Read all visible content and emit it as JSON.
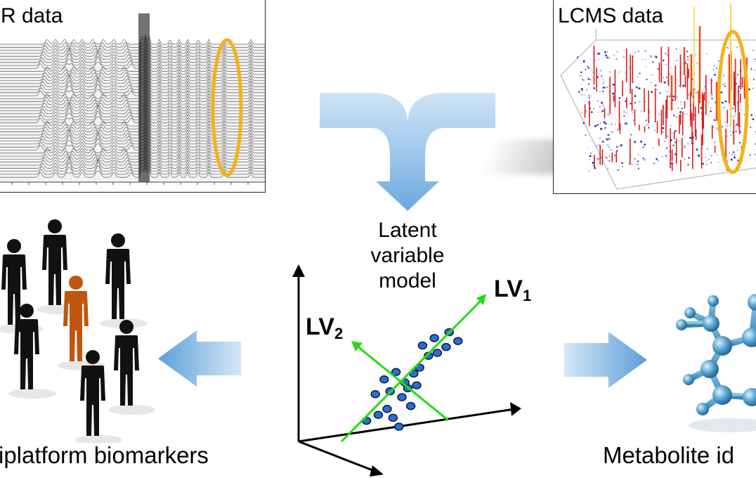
{
  "nmr_panel": {
    "label": "R data"
  },
  "lcms_panel": {
    "label": "LCMS data"
  },
  "model": {
    "line1": "Latent",
    "line2": "variable",
    "line3": "model"
  },
  "axes": {
    "lv1_main": "LV",
    "lv1_sub": "1",
    "lv2_main": "LV",
    "lv2_sub": "2"
  },
  "captions": {
    "left": "iplatform biomarkers",
    "right": "Metabolite id"
  },
  "colors": {
    "highlight": "#f3b21b",
    "arrow": "#8fbde4",
    "axis_green": "#22dd11",
    "point": "#2b6fcf",
    "person": "#111111",
    "person_highlight": "#c0560f",
    "molecule": "#4a9ccc"
  },
  "scatter_points": [
    [
      -1.2,
      -1.3
    ],
    [
      -0.8,
      -1.1
    ],
    [
      -0.5,
      -0.9
    ],
    [
      -0.3,
      -1.2
    ],
    [
      0.0,
      -0.5
    ],
    [
      -0.4,
      -0.3
    ],
    [
      0.2,
      -0.2
    ],
    [
      0.1,
      0.0
    ],
    [
      0.4,
      0.3
    ],
    [
      0.6,
      0.5
    ],
    [
      -0.6,
      0.1
    ],
    [
      -0.2,
      0.35
    ],
    [
      0.9,
      0.9
    ],
    [
      1.2,
      1.0
    ],
    [
      1.5,
      1.2
    ],
    [
      1.1,
      1.5
    ],
    [
      1.6,
      1.7
    ],
    [
      0.3,
      -0.8
    ],
    [
      -0.9,
      -0.4
    ],
    [
      0.7,
      1.25
    ],
    [
      -0.1,
      -1.5
    ],
    [
      0.5,
      -0.1
    ],
    [
      1.9,
      1.4
    ]
  ]
}
